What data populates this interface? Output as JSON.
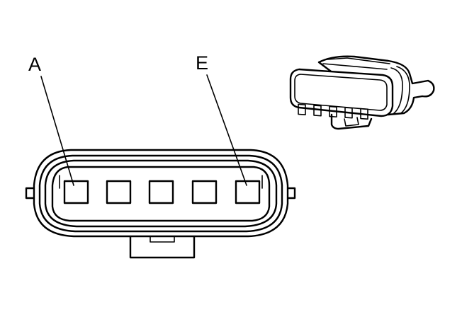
{
  "diagram": {
    "callouts": [
      {
        "id": "a",
        "label": "A"
      },
      {
        "id": "e",
        "label": "E"
      }
    ],
    "terminal_count": 5
  },
  "colors": {
    "ink": "#000000",
    "background": "#ffffff"
  }
}
